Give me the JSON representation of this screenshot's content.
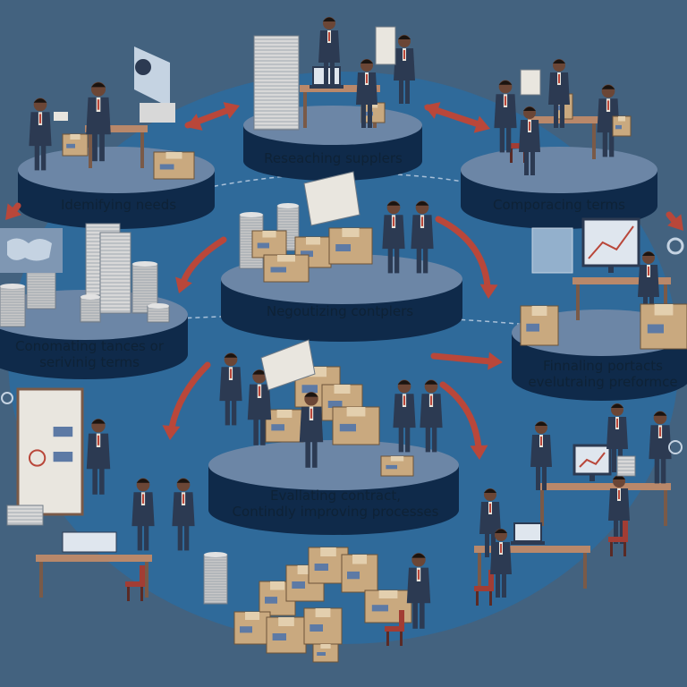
{
  "diagram": {
    "colors": {
      "background": "#43627f",
      "ellipse": "#2f6a9a",
      "platform_top": "#6c86a6",
      "platform_side": "#0f2a4a",
      "arrow": "#b9473a",
      "box": "#c9a97f",
      "paper": "#d8d8d8",
      "suit": "#2c3a52",
      "desk": "#b9886a",
      "chair": "#a23d34"
    },
    "stages": [
      {
        "id": "identifying",
        "lines": [
          "Idemifying needs"
        ]
      },
      {
        "id": "researching",
        "lines": [
          "Reseaching supplers"
        ]
      },
      {
        "id": "comparing",
        "lines": [
          "Comporacing terms"
        ]
      },
      {
        "id": "negotiating",
        "lines": [
          "Negoutizing contplers"
        ]
      },
      {
        "id": "conomating",
        "lines": [
          "Conomating tances or",
          "serivinig terms"
        ]
      },
      {
        "id": "finalizing",
        "lines": [
          "Finnaling portacts",
          "evelutraing preformce"
        ]
      },
      {
        "id": "evaluating",
        "lines": [
          "Evallating contract,",
          "Contindly improving processes"
        ]
      }
    ]
  }
}
